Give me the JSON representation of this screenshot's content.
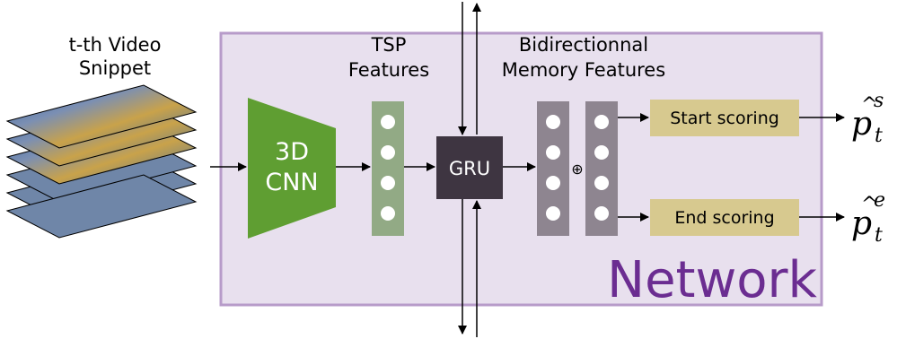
{
  "input": {
    "label_line1": "t-th Video",
    "label_line2": "Snippet"
  },
  "network": {
    "label": "Network",
    "color": "#6b2d91",
    "fill": "#e8e0ee",
    "border": "#b79bc9"
  },
  "cnn": {
    "label_line1": "3D",
    "label_line2": "CNN",
    "color": "#5f9e32"
  },
  "tsp": {
    "label_line1": "TSP",
    "label_line2": "Features",
    "color": "#92aa85"
  },
  "gru": {
    "label": "GRU",
    "color": "#3e3541"
  },
  "memory": {
    "label_line1": "Bidirectionnal",
    "label_line2": "Memory Features",
    "concat_symbol": "⊕",
    "color": "#8e8590"
  },
  "scoring": {
    "start_label": "Start scoring",
    "end_label": "End scoring",
    "color": "#d7c98f"
  },
  "outputs": {
    "base": "p",
    "hat": "^",
    "start_sup": "s",
    "end_sup": "e",
    "sub": "t"
  }
}
